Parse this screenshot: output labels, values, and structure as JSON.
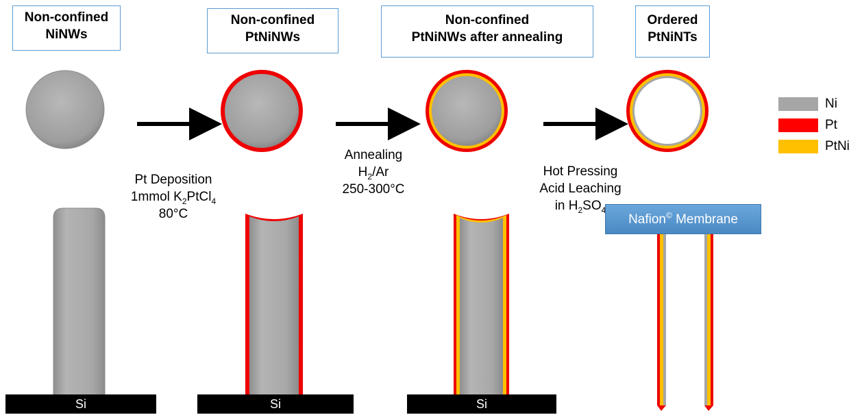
{
  "titles": [
    {
      "line1": "Non-confined",
      "line2": "NiNWs"
    },
    {
      "line1": "Non-confined",
      "line2": "PtNiNWs"
    },
    {
      "line1": "Non-confined",
      "line2": "PtNiNWs after annealing"
    },
    {
      "line1": "Ordered",
      "line2": "PtNiNTs"
    }
  ],
  "step1": {
    "line1": "Pt Deposition",
    "line2_pre": "1mmol K",
    "line2_sub1": "2",
    "line2_mid": "PtCl",
    "line2_sub2": "4",
    "line3": "80°C"
  },
  "step2": {
    "line1": "Annealing",
    "line2_pre": "H",
    "line2_sub": "2",
    "line2_post": "/Ar",
    "line3": "250-300°C"
  },
  "step3": {
    "line1": "Hot Pressing",
    "line2": "Acid Leaching",
    "line3_pre": "in H",
    "line3_sub1": "2",
    "line3_mid": "SO",
    "line3_sub2": "4"
  },
  "substrate": {
    "label": "Si"
  },
  "membrane": {
    "pre": "Nafion",
    "sup": "©",
    "post": " Membrane"
  },
  "legend": [
    {
      "label": "Ni",
      "color": "#a6a6a6"
    },
    {
      "label": "Pt",
      "color": "#ff0000"
    },
    {
      "label": "PtNi",
      "color": "#ffc000"
    }
  ]
}
